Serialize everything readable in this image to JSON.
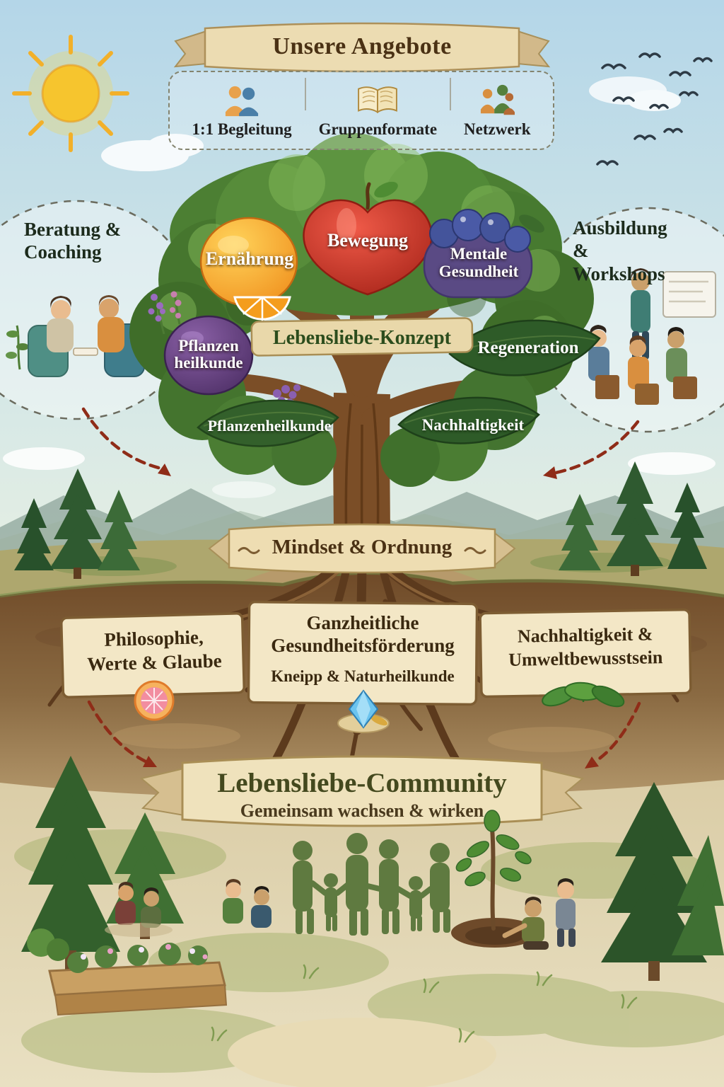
{
  "header": {
    "title": "Unsere Angebote",
    "offers": [
      {
        "icon": "one-to-one-people-icon",
        "label": "1:1 Begleitung"
      },
      {
        "icon": "open-book-icon",
        "label": "Gruppenformate"
      },
      {
        "icon": "network-people-icon",
        "label": "Netzwerk"
      }
    ]
  },
  "side_bubbles": {
    "left": {
      "label": "Beratung & Coaching"
    },
    "right": {
      "label": "Ausbildung & Workshops"
    }
  },
  "tree": {
    "fruits": {
      "ernaehrung": "Ernährung",
      "bewegung": "Bewegung",
      "mentale_gesundheit": "Mentale Gesundheit",
      "pflanzenheilkunde_fruit": "Pflanzen heilkunde"
    },
    "trunk_banner": "Lebensliebe-Konzept",
    "leaves": {
      "regeneration": "Regeneration",
      "pflanzenheilkunde": "Pflanzenheilkunde",
      "nachhaltigkeit": "Nachhaltigkeit"
    }
  },
  "roots": {
    "banner": "Mindset & Ordnung",
    "boxes": [
      {
        "label": "Philosophie, Werte & Glaube",
        "icon": "grapefruit-icon"
      },
      {
        "label": "Ganzheitliche Gesundheitsförderung",
        "sublabel": "Kneipp & Naturheilkunde",
        "icon": "crystal-icon"
      },
      {
        "label": "Nachhaltigkeit & Umweltbewusstsein",
        "icon": "leaves-icon"
      }
    ]
  },
  "community": {
    "title": "Lebensliebe-Community",
    "subtitle": "Gemeinsam wachsen & wirken"
  },
  "colors": {
    "sky": "#bdd9e6",
    "soil": "#7a5632",
    "parchment": "#efe0b8",
    "crown_green": "#4c7f33",
    "accent_red_arrow": "#8f2c18"
  }
}
